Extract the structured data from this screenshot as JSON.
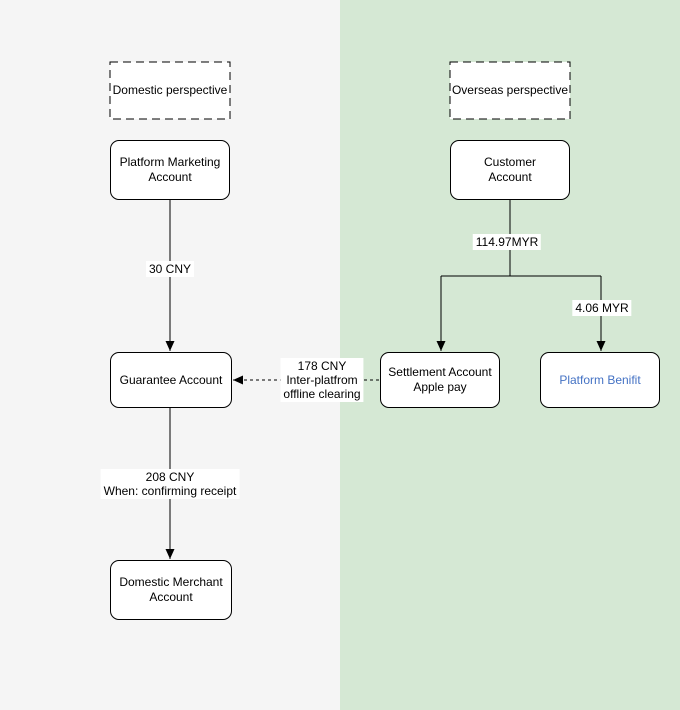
{
  "colors": {
    "domestic_background": "#f5f5f5",
    "overseas_background": "#d5e8d4",
    "node_fill": "#ffffff",
    "line": "#000000",
    "platform_benifit_text": "#4472c4"
  },
  "perspectives": {
    "domestic": "Domestic perspective",
    "overseas": "Overseas perspective"
  },
  "nodes": {
    "platform_marketing": {
      "line1": "Platform Marketing",
      "line2": "Account"
    },
    "customer": {
      "line1": "Customer",
      "line2": "Account"
    },
    "guarantee": {
      "label": "Guarantee Account"
    },
    "settlement": {
      "line1": "Settlement Account",
      "line2": "Apple pay"
    },
    "platform_benifit": {
      "label": "Platform Benifit"
    },
    "domestic_merchant": {
      "line1": "Domestic Merchant",
      "line2": "Account"
    }
  },
  "edge_labels": {
    "marketing_to_guarantee": "30 CNY",
    "customer_outflow": "114.97MYR",
    "customer_to_benifit": "4.06 MYR",
    "settlement_to_guarantee": {
      "line1": "178 CNY",
      "line2": "Inter-platfrom",
      "line3": "offline clearing"
    },
    "guarantee_to_merchant": {
      "line1": "208 CNY",
      "line2": "When: confirming receipt"
    }
  }
}
